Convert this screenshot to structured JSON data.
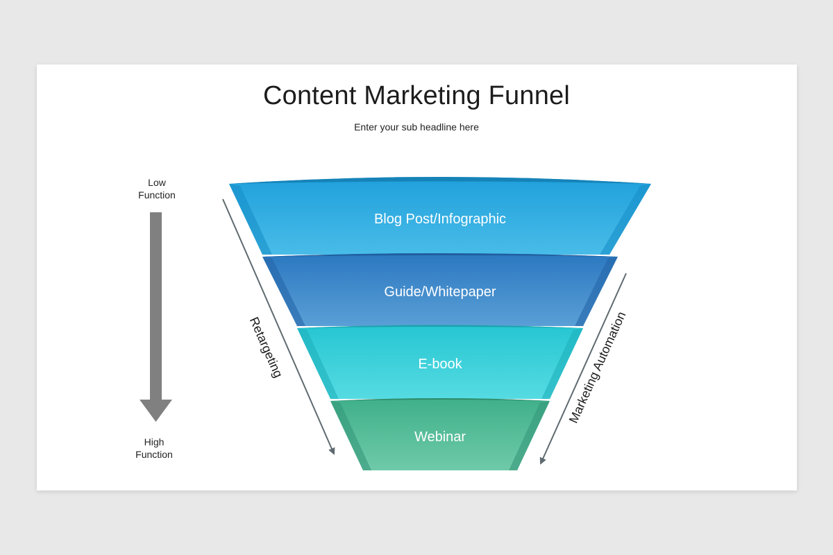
{
  "title": "Content Marketing Funnel",
  "subtitle": "Enter your sub headline here",
  "left_axis": {
    "top_label": [
      "Low",
      "Function"
    ],
    "bottom_label": [
      "High",
      "Function"
    ]
  },
  "stages": [
    {
      "label": "Blog Post/Infographic",
      "color_top": "#1fa0dc",
      "color_bottom": "#49bce8"
    },
    {
      "label": "Guide/Whitepaper",
      "color_top": "#2b78c0",
      "color_bottom": "#4f9ad3"
    },
    {
      "label": "E-book",
      "color_top": "#25c6d2",
      "color_bottom": "#52d8e0"
    },
    {
      "label": "Webinar",
      "color_top": "#3fb08a",
      "color_bottom": "#6cc8a6"
    }
  ],
  "flows": {
    "left": "Retargeting",
    "right": "Marketing Automation"
  },
  "colors": {
    "arrow_gray": "#808080",
    "flow_arrow": "#5f6a70"
  }
}
